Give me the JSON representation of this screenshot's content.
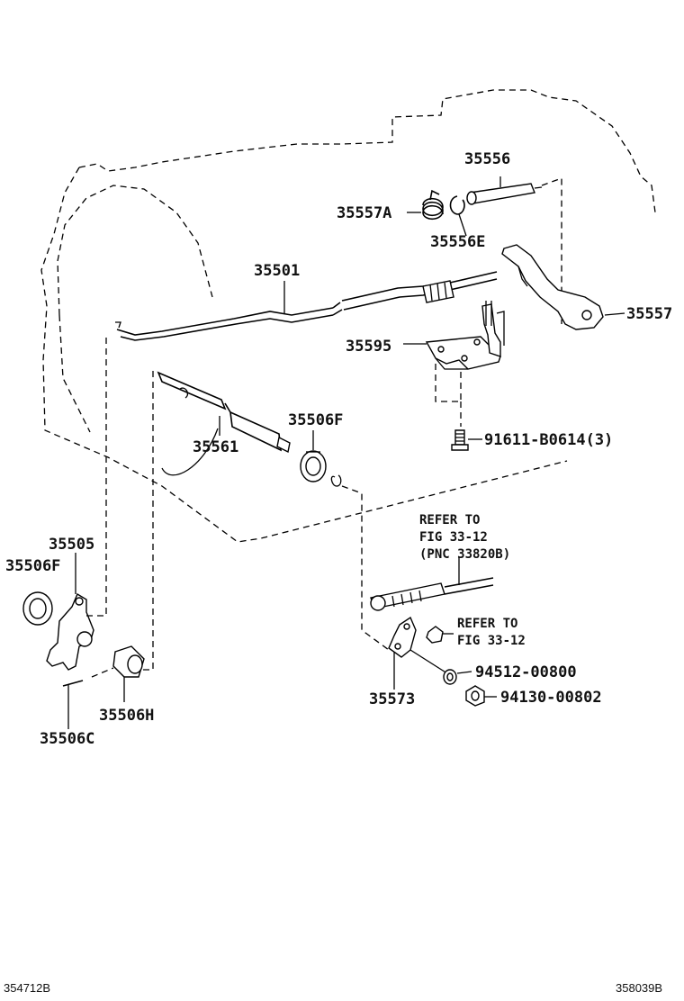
{
  "labels": {
    "p35556": "35556",
    "p35557A": "35557A",
    "p35556E": "35556E",
    "p35501": "35501",
    "p35557": "35557",
    "p35595": "35595",
    "p91611": "91611-B0614(3)",
    "p35506F_top": "35506F",
    "p35561": "35561",
    "p35505": "35505",
    "p35506F_left": "35506F",
    "p35506H": "35506H",
    "p35506C": "35506C",
    "p35573": "35573",
    "p94512": "94512-00800",
    "p94130": "94130-00802"
  },
  "notes": {
    "refer1_line1": "REFER TO",
    "refer1_line2": "FIG 33-12",
    "refer1_line3": "(PNC 33820B)",
    "refer2_line1": "REFER TO",
    "refer2_line2": "FIG 33-12"
  },
  "codes": {
    "bottom_left": "354712B",
    "bottom_right": "358039B"
  }
}
